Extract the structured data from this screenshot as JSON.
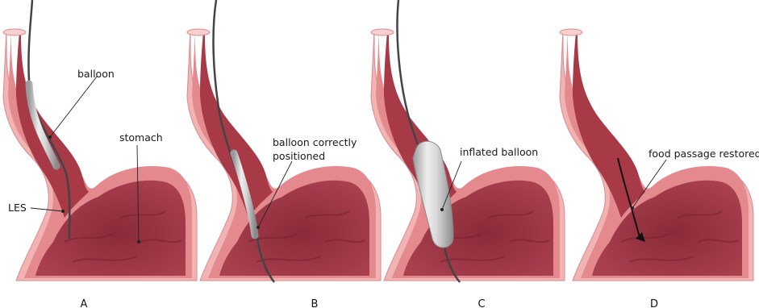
{
  "panels": [
    {
      "caption": "A",
      "labels": {
        "balloon": "balloon",
        "stomach": "stomach",
        "les": "LES"
      }
    },
    {
      "caption": "B",
      "labels": {
        "balloon_positioned_line1": "balloon correctly",
        "balloon_positioned_line2": "positioned"
      }
    },
    {
      "caption": "C",
      "labels": {
        "inflated": "inflated balloon"
      }
    },
    {
      "caption": "D",
      "labels": {
        "food": "food passage restored"
      }
    }
  ],
  "colors": {
    "wall_outer": "#f2b3b3",
    "wall_mid": "#e48a8f",
    "mucosa": "#a83a48",
    "lumen": "#8e2f3d",
    "catheter": "#444444",
    "balloon": "#c9c9c9"
  },
  "icons": [
    "catheter-wire",
    "balloon",
    "inflated-balloon",
    "food-arrow"
  ]
}
